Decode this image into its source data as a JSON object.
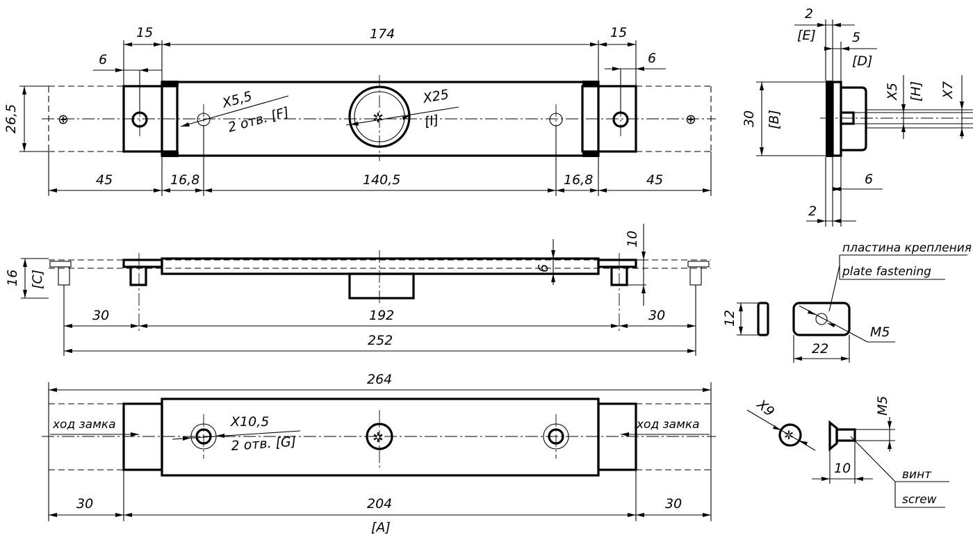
{
  "top_view": {
    "dim_15_left": "15",
    "dim_174": "174",
    "dim_15_right": "15",
    "dim_6_left": "6",
    "dim_6_right": "6",
    "dim_26_5": "26,5",
    "hole_small_label": "X5,5",
    "hole_small_note": "2 отв. [F]",
    "hole_big_label": "X25",
    "hole_big_note": "[I]",
    "dim_45_left": "45",
    "dim_16_8_left": "16,8",
    "dim_140_5": "140,5",
    "dim_16_8_right": "16,8",
    "dim_45_right": "45"
  },
  "side_view": {
    "dim_2_top": "2",
    "label_E": "[E]",
    "dim_5": "5",
    "label_D": "[D]",
    "dim_30": "30",
    "label_B": "[B]",
    "dim_x5": "X5",
    "label_H": "[H]",
    "dim_x7": "X7",
    "dim_6": "6",
    "dim_2_bottom": "2"
  },
  "front_view": {
    "dim_16": "16",
    "label_C": "[C]",
    "dim_6": "6",
    "dim_10": "10",
    "dim_30_left": "30",
    "dim_192": "192",
    "dim_30_right": "30",
    "dim_252": "252"
  },
  "plate": {
    "label_ru": "пластина крепления",
    "label_en": "plate fastening",
    "dim_12": "12",
    "dim_22": "22",
    "thread": "M5"
  },
  "bottom_view": {
    "dim_264": "264",
    "travel_left": "ход замка",
    "travel_right": "ход замка",
    "hole_label": "X10,5",
    "hole_note": "2 отв. [G]",
    "dim_30_left": "30",
    "dim_204": "204",
    "dim_30_right": "30",
    "label_A": "[A]"
  },
  "screw": {
    "dim_x9": "X9",
    "thread": "M5",
    "dim_10": "10",
    "label_ru": "винт",
    "label_en": "screw"
  }
}
